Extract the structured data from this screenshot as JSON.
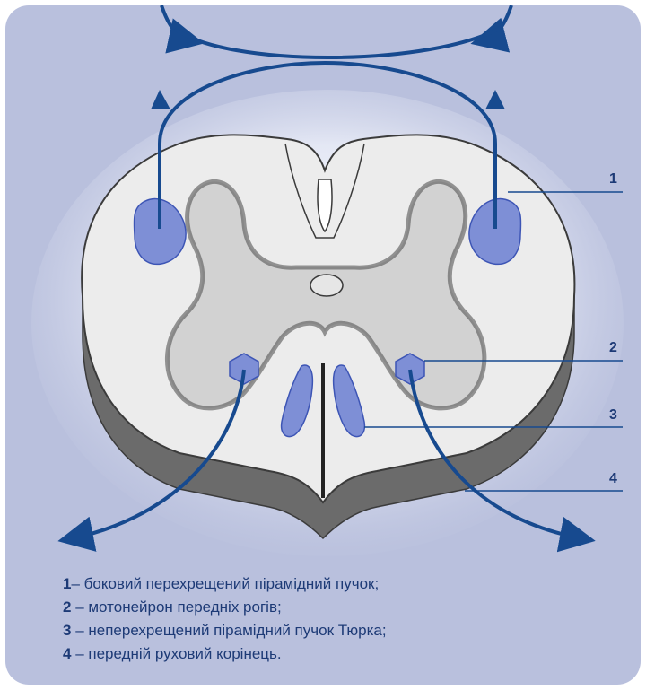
{
  "figure": {
    "callouts": [
      "1",
      "2",
      "3",
      "4"
    ],
    "legend": [
      {
        "number": "1",
        "text": "– боковий перехрещений пірамідний пучок;"
      },
      {
        "number": "2",
        "text": " – мотонейрон передніх рогів;"
      },
      {
        "number": "3",
        "text": " – неперехрещений пірамідний пучок Тюрка;"
      },
      {
        "number": "4",
        "text": " – передній руховий корінець."
      }
    ],
    "colors": {
      "arrow": "#174a8f",
      "tract_fill": "#7e8fd6",
      "background": "#b9c0dd",
      "legend_text": "#1d3a76"
    }
  }
}
